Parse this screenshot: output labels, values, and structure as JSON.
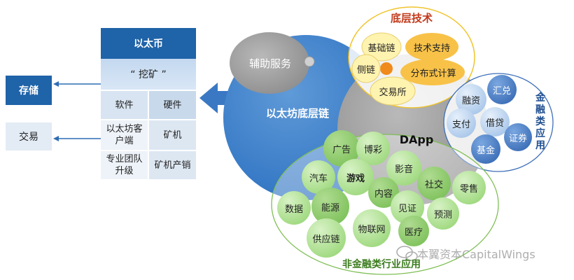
{
  "left_panel": {
    "header": "以太币",
    "mining": "“ 挖矿 ”",
    "software": "软件",
    "hardware": "硬件",
    "client": "以太坊客户端",
    "miner": "矿机",
    "team": "专业团队升级",
    "miner_sales": "矿机产销"
  },
  "outputs": {
    "storage": "存储",
    "trade": "交易"
  },
  "base_chain": {
    "label": "以太坊底层链",
    "aux_service": "辅助服务"
  },
  "base_tech": {
    "title": "底层技术",
    "items": [
      "基础链",
      "技术支持",
      "侧链",
      "分布式计算",
      "交易所"
    ]
  },
  "finance": {
    "title": "金融类应用",
    "items": [
      "汇兑",
      "融资",
      "支付",
      "借贷",
      "证券",
      "基金"
    ]
  },
  "dapp": {
    "label": "DApp"
  },
  "nonfinance": {
    "title": "非金融类行业应用",
    "items": [
      "广告",
      "博彩",
      "汽车",
      "游戏",
      "影音",
      "内容",
      "社交",
      "零售",
      "数据",
      "能源",
      "见证",
      "预测",
      "供应链",
      "物联网",
      "医疗"
    ]
  },
  "watermark": "本翼资本CapitalWings",
  "colors": {
    "dark_blue": "#1f63a8",
    "light_blue": "#c9ddf2",
    "green_bubble": "#b6e39a",
    "yellow_bubble": "#fff2a6",
    "orange_bubble": "#fbc244"
  }
}
